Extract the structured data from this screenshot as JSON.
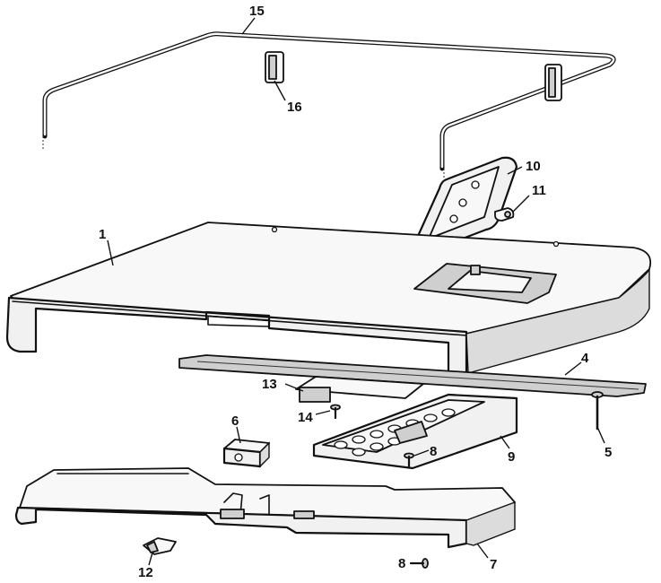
{
  "callouts": [
    "1",
    "4",
    "5",
    "6",
    "7",
    "8",
    "8",
    "9",
    "10",
    "11",
    "12",
    "13",
    "14",
    "15",
    "16"
  ],
  "colors": {
    "line": "#111111",
    "fill": "#f1f1f1",
    "shade": "#d4d4d4",
    "background": "#ffffff"
  }
}
